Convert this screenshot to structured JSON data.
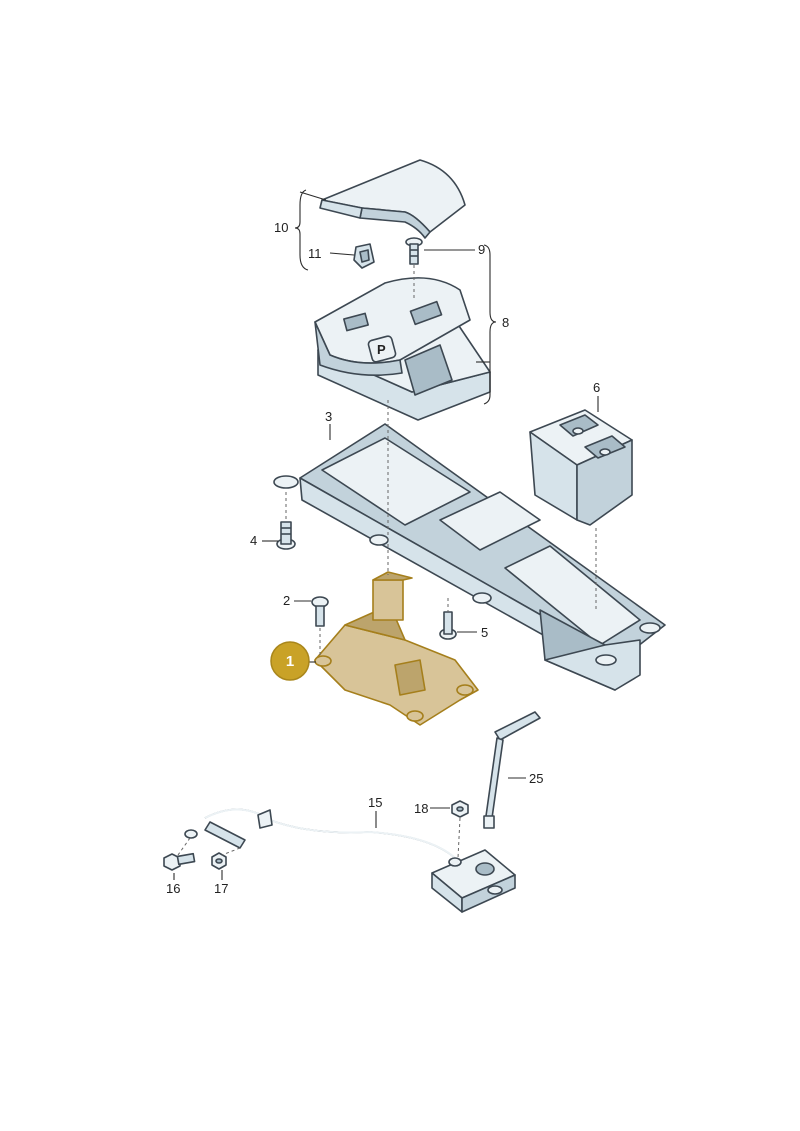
{
  "highlight": {
    "part_number": "1",
    "badge_color": "#c9a227",
    "part_tint": "#d8c498"
  },
  "callouts": {
    "c2": "2",
    "c3": "3",
    "c4": "4",
    "c5": "5",
    "c6": "6",
    "c8": "8",
    "c9": "9",
    "c10": "10",
    "c11": "11",
    "c15": "15",
    "c16": "16",
    "c17": "17",
    "c18": "18",
    "c25": "25"
  },
  "embossed": {
    "park_button": "P"
  },
  "colors": {
    "part_fill": "#d6e3ea",
    "part_outline": "#3d4852"
  }
}
